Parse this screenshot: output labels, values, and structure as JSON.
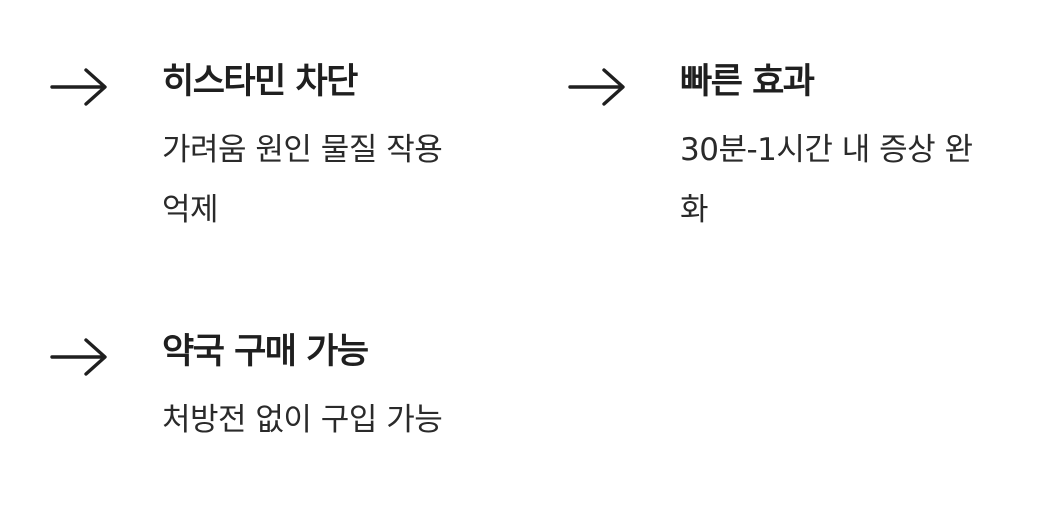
{
  "features": [
    {
      "title": "히스타민 차단",
      "description_line1": "가려움 원인 물질 작용",
      "description_line2": "억제"
    },
    {
      "title": "빠른 효과",
      "description_line1": "30분-1시간 내 증상 완",
      "description_line2": "화"
    },
    {
      "title": "약국 구매 가능",
      "description_line1": "처방전 없이 구입 가능",
      "description_line2": ""
    }
  ],
  "icons": {
    "arrow": "arrow-right-icon"
  },
  "colors": {
    "text": "#1f1f1f",
    "background": "#ffffff"
  }
}
